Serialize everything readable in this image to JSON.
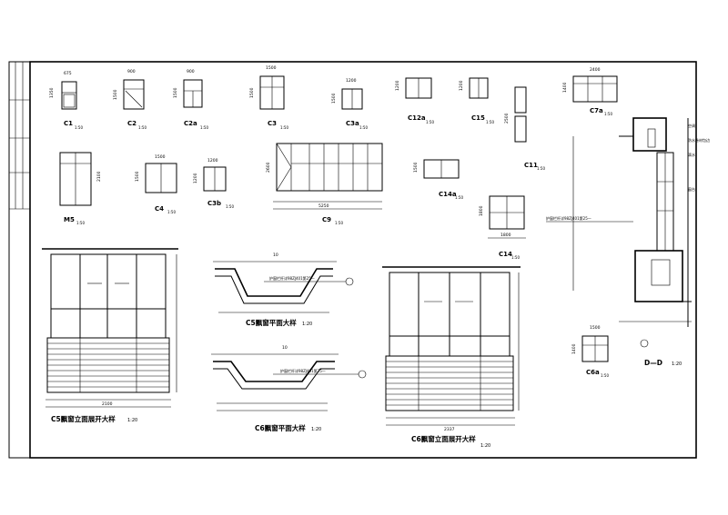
{
  "sheet": {
    "window_tags": [
      {
        "label": "C1",
        "sub": "1:50",
        "w": "675",
        "h": "1350"
      },
      {
        "label": "C2",
        "sub": "1:50",
        "w": "900",
        "h": "1500"
      },
      {
        "label": "C2a",
        "sub": "1:50",
        "w": "900",
        "h": "1500"
      },
      {
        "label": "C3",
        "sub": "1:50",
        "w": "1500",
        "h": "1500"
      },
      {
        "label": "C3a",
        "sub": "1:50",
        "w": "1200",
        "h": "1500"
      },
      {
        "label": "C12a",
        "sub": "1:50",
        "w": "",
        "h": "1200"
      },
      {
        "label": "C15",
        "sub": "1:50",
        "w": "",
        "h": "1200"
      },
      {
        "label": "C11",
        "sub": "1:50",
        "w": "",
        "h": "2500"
      },
      {
        "label": "C7a",
        "sub": "1:50",
        "w": "2400",
        "h": "1400"
      },
      {
        "label": "M5",
        "sub": "1:50",
        "w": "",
        "h": "2100"
      },
      {
        "label": "C4",
        "sub": "1:50",
        "w": "1500",
        "h": "1500"
      },
      {
        "label": "C3b",
        "sub": "1:50",
        "w": "1200",
        "h": "1200"
      },
      {
        "label": "C9",
        "sub": "1:50",
        "w": "5250",
        "h": "2600"
      },
      {
        "label": "C14a",
        "sub": "1:50",
        "w": "",
        "h": "1500"
      },
      {
        "label": "C14",
        "sub": "1:50",
        "w": "1800",
        "h": "1800"
      },
      {
        "label": "C6a",
        "sub": "1:50",
        "w": "1500",
        "h": "1400"
      }
    ],
    "details": {
      "elev_left_title": "C5飘窗立面展开大样",
      "elev_left_scale": "1:20",
      "plan_top_title": "C5飘窗平面大样",
      "plan_top_scale": "1:20",
      "plan_bottom_title": "C6飘窗平面大样",
      "plan_bottom_scale": "1:20",
      "elev_right_title": "C6飘窗立面展开大样",
      "elev_right_scale": "1:20",
      "section_title": "D—D",
      "section_scale": "1:20",
      "leader_note": "护窗栏杆详98ZJ401第25—",
      "marker": "10",
      "dim_left_bottom": "2100",
      "dim_right_bottom": "2337",
      "section_notes": [
        "空调",
        "防水卷材包边",
        "滴水",
        "窗台"
      ]
    }
  }
}
